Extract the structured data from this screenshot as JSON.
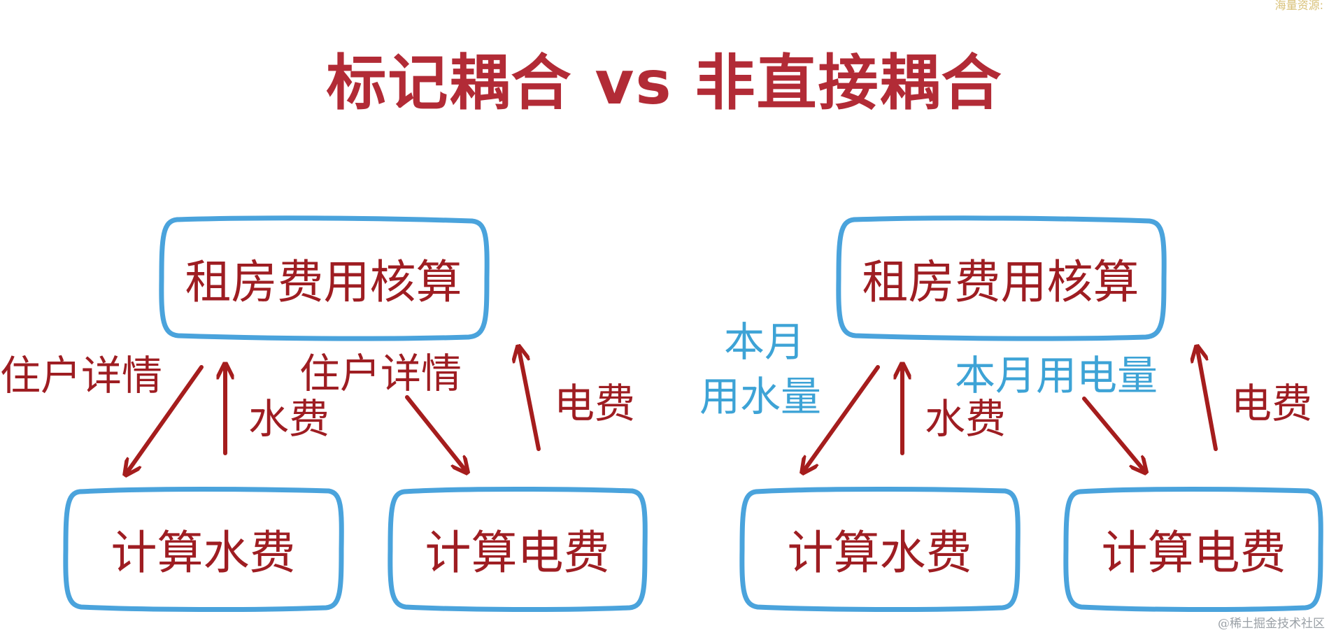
{
  "title": "标记耦合 vs 非直接耦合",
  "left": {
    "top": "租房费用核算",
    "bottom_left": "计算水费",
    "bottom_right": "计算电费",
    "arrow_labels": {
      "down_left": "住户详情",
      "up_left": "水费",
      "down_right": "住户详情",
      "up_right": "电费"
    }
  },
  "right": {
    "top": "租房费用核算",
    "bottom_left": "计算水费",
    "bottom_right": "计算电费",
    "arrow_labels": {
      "down_left_line1": "本月",
      "down_left_line2": "用水量",
      "up_left": "水费",
      "down_right": "本月用电量",
      "up_right": "电费"
    }
  },
  "watermark": "@稀土掘金技术社区",
  "corner_text": "海量资源:",
  "colors": {
    "title": "#b22b36",
    "text": "#9e1d22",
    "box_border": "#4aa3dc",
    "arrow": "#a51d1d",
    "blue_text": "#3da3d6"
  }
}
